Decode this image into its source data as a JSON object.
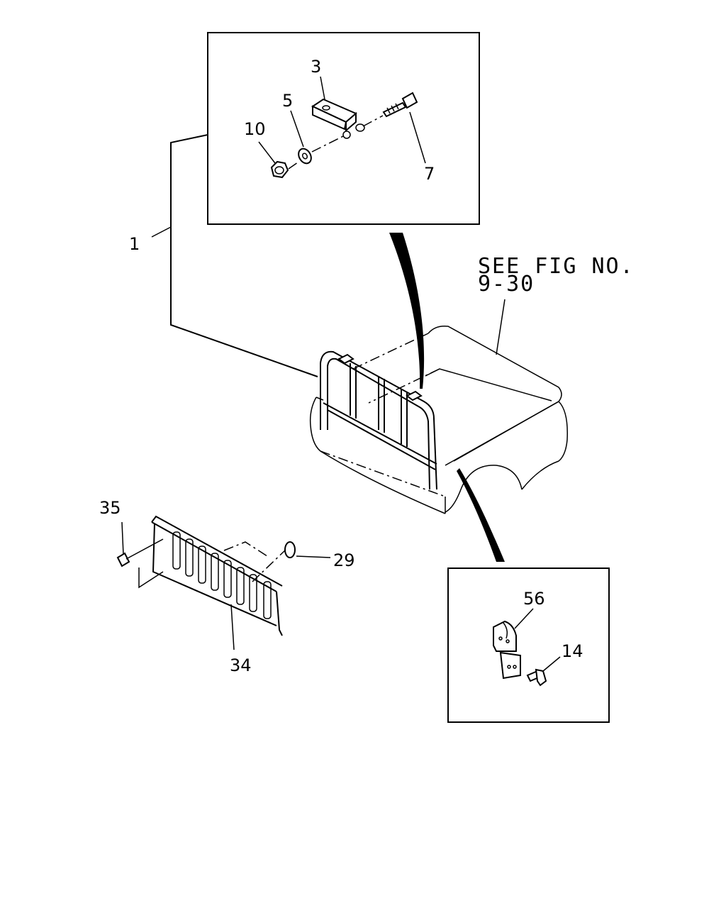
{
  "callouts": {
    "c1": "1",
    "c3": "3",
    "c5": "5",
    "c7": "7",
    "c10": "10",
    "c14": "14",
    "c29": "29",
    "c34": "34",
    "c35": "35",
    "c56": "56"
  },
  "reference_note": {
    "line1": "SEE FIG NO.",
    "line2": "9-30"
  },
  "colors": {
    "ink": "#000000",
    "paper": "#ffffff"
  }
}
